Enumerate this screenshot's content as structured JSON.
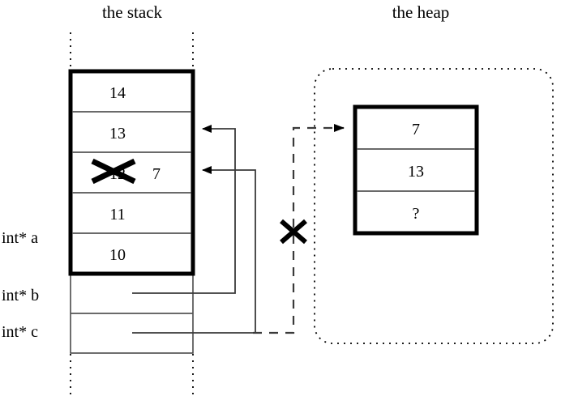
{
  "titles": {
    "stack": "the stack",
    "heap": "the heap"
  },
  "stack": {
    "cells": [
      {
        "value": "14",
        "struck": false
      },
      {
        "value": "13",
        "struck": false
      },
      {
        "value": "12",
        "struck": true,
        "replacement": "7"
      },
      {
        "value": "11",
        "struck": false
      },
      {
        "value": "10",
        "struck": false
      }
    ],
    "variables": [
      {
        "label": "int* a",
        "target": "stack-cell-10"
      },
      {
        "label": "int* b",
        "target": "stack-cell-13"
      },
      {
        "label": "int* c",
        "target": "heap-cell-7"
      }
    ]
  },
  "heap": {
    "cells": [
      {
        "value": "7"
      },
      {
        "value": "13"
      },
      {
        "value": "?"
      }
    ]
  },
  "annotations": {
    "struck_value_marker": "x-cross-over-12",
    "broken_pointer_marker": "x-cross-over-dashed-pointer"
  },
  "colors": {
    "ink": "#000000",
    "line": "#3a3a3a",
    "divider": "#555555",
    "background": "#ffffff"
  }
}
